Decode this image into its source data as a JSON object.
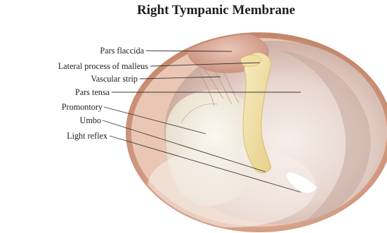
{
  "diagram": {
    "title": "Right Tympanic Membrane",
    "labels": [
      {
        "id": "pars-flaccida",
        "text": "Pars flaccida"
      },
      {
        "id": "lateral-process-of-malleus",
        "text": "Lateral process of malleus"
      },
      {
        "id": "vascular-strip",
        "text": "Vascular strip"
      },
      {
        "id": "pars-tensa",
        "text": "Pars tensa"
      },
      {
        "id": "promontory",
        "text": "Promontory"
      },
      {
        "id": "umbo",
        "text": "Umbo"
      },
      {
        "id": "light-reflex",
        "text": "Light reflex"
      }
    ]
  }
}
